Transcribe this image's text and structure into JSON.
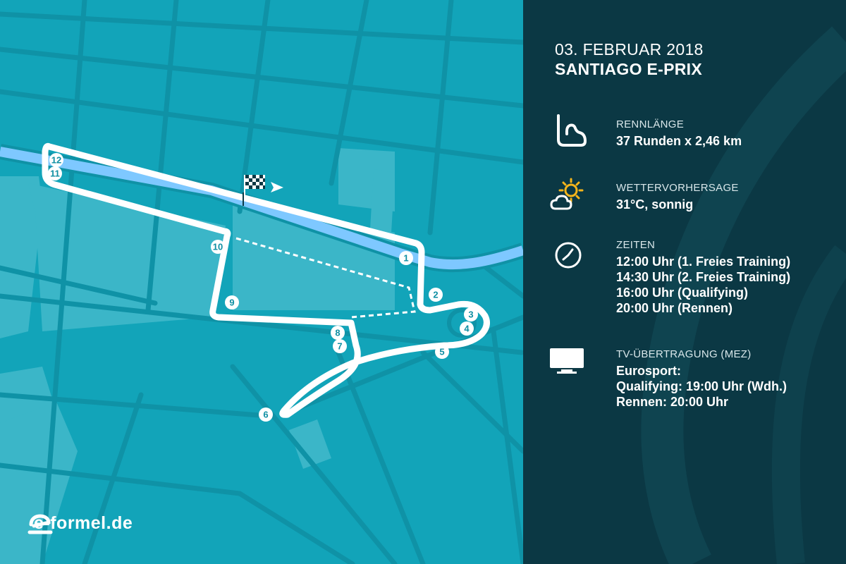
{
  "header": {
    "date": "03. FEBRUAR 2018",
    "race_name": "SANTIAGO E-PRIX"
  },
  "sections": {
    "length": {
      "icon": "track-layout-icon",
      "label": "RENNLÄNGE",
      "lines": [
        "37 Runden x 2,46 km"
      ]
    },
    "weather": {
      "icon": "sun-cloud-icon",
      "label": "WETTERVORHERSAGE",
      "lines": [
        "31°C, sonnig"
      ]
    },
    "times": {
      "icon": "clock-icon",
      "label": "ZEITEN",
      "lines": [
        "12:00 Uhr (1. Freies Training)",
        "14:30 Uhr (2. Freies Training)",
        "16:00 Uhr (Qualifying)",
        "20:00 Uhr (Rennen)"
      ]
    },
    "tv": {
      "icon": "tv-icon",
      "label": "TV-ÜBERTRAGUNG (MEZ)",
      "lines": [
        "Eurosport:",
        "Qualifying: 19:00 Uhr (Wdh.)",
        "Rennen: 20:00 Uhr"
      ]
    }
  },
  "map": {
    "corners": [
      "1",
      "2",
      "3",
      "4",
      "5",
      "6",
      "7",
      "8",
      "9",
      "10",
      "11",
      "12"
    ],
    "start_finish_icon": "checkered-flag-icon",
    "direction_icon": "arrow-right-icon"
  },
  "logo": {
    "icon": "e-formel-logo-icon",
    "text": "e-formel.de"
  },
  "colors": {
    "map_background": "#12a4b9",
    "river": "#7ec8ff",
    "track": "#ffffff",
    "panel_background": "#0b3844",
    "weather_icon_accent": "#f5b51b"
  }
}
